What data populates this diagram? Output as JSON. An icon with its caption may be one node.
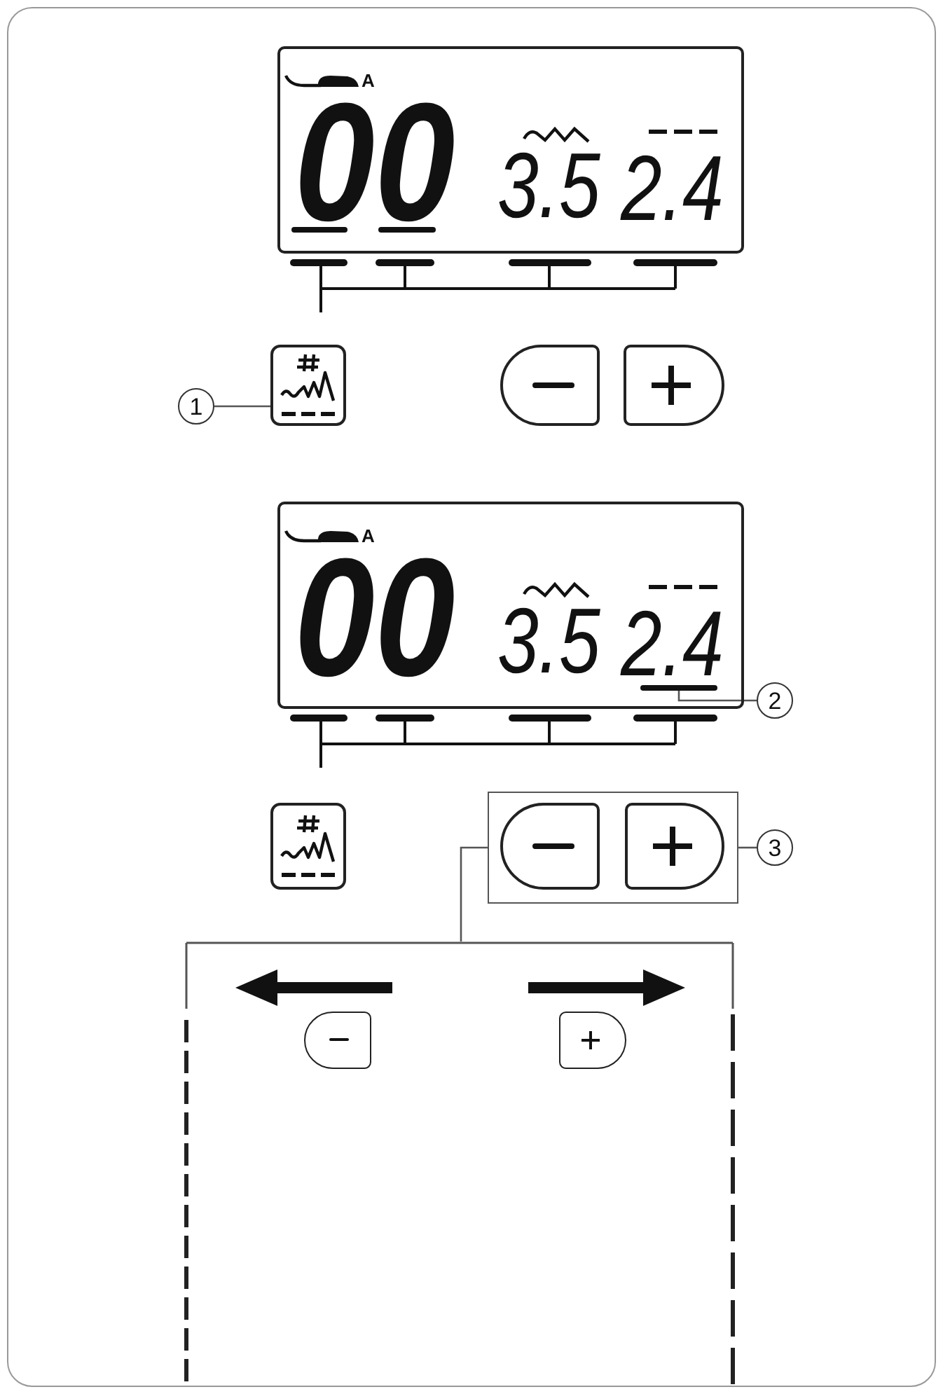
{
  "diagram": {
    "nodes": [
      {
        "text": [
          "A",
          "00",
          "3.5",
          "2.4"
        ]
      },
      {
        "text": [
          "1"
        ]
      },
      {
        "text": [],
        "shape": "box"
      },
      {
        "text": [
          "A",
          "00",
          "3.5",
          "2.4"
        ]
      },
      {
        "text": [],
        "shape": "bar",
        "in": 3
      },
      {
        "text": [
          "2"
        ]
      },
      {
        "text": [],
        "shape": "box"
      },
      {
        "text": [],
        "shape": "box"
      },
      {
        "text": [
          "3"
        ]
      },
      {
        "text": [],
        "shape": "box"
      }
    ],
    "edges": [
      {
        "from": 1,
        "to": 2,
        "arrow": "none"
      },
      {
        "from": 5,
        "to": 4,
        "arrow": "none"
      },
      {
        "from": 8,
        "to": 7,
        "arrow": "none"
      },
      {
        "from": 7,
        "to": 9,
        "arrow": "none"
      }
    ]
  }
}
